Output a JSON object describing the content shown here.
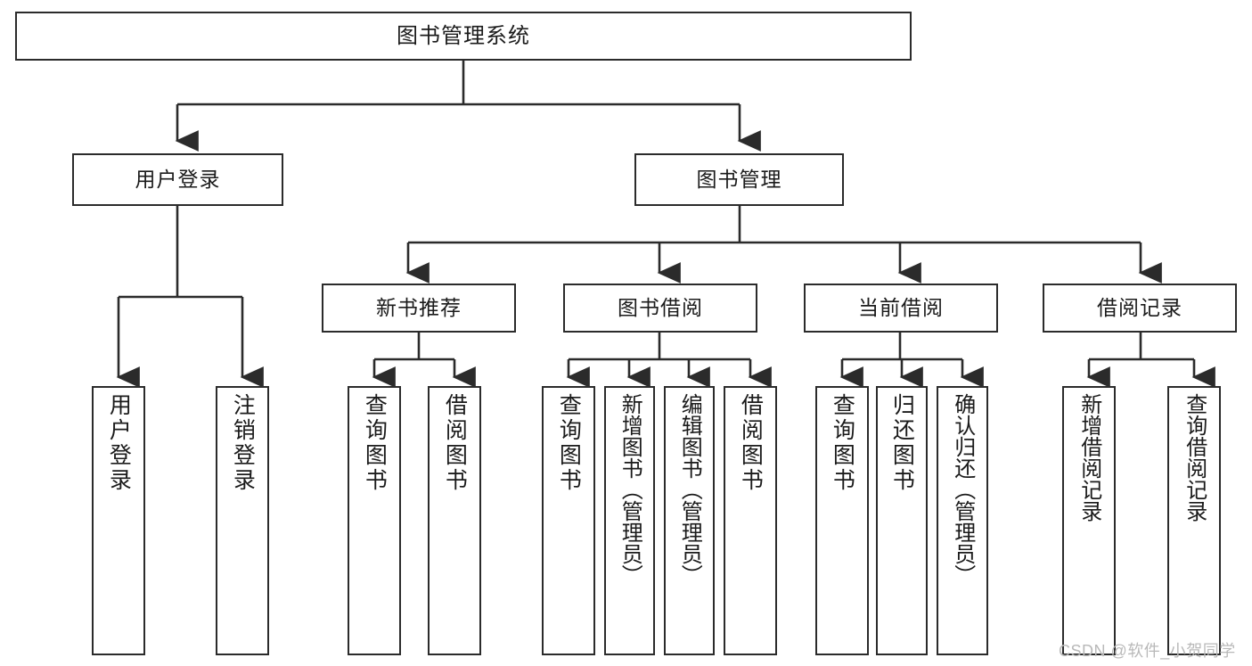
{
  "diagram": {
    "type": "hierarchy-tree",
    "title": "图书管理系统",
    "orientation": "top-down",
    "watermark": "CSDN @软件_小贺同学",
    "levels": 4,
    "nodes": {
      "root": {
        "label": "图书管理系统"
      },
      "level2": [
        {
          "id": "user-login",
          "label": "用户登录"
        },
        {
          "id": "book-management",
          "label": "图书管理"
        }
      ],
      "level3": [
        {
          "id": "new-book-recommend",
          "label": "新书推荐",
          "parent": "book-management"
        },
        {
          "id": "book-borrow",
          "label": "图书借阅",
          "parent": "book-management"
        },
        {
          "id": "current-borrow",
          "label": "当前借阅",
          "parent": "book-management"
        },
        {
          "id": "borrow-record",
          "label": "借阅记录",
          "parent": "book-management"
        }
      ],
      "leaves": {
        "user-login": [
          {
            "id": "leaf-user-login",
            "label": "用户登录"
          },
          {
            "id": "leaf-user-logout",
            "label": "注销登录"
          }
        ],
        "new-book-recommend": [
          {
            "id": "leaf-query-book-1",
            "label": "查询图书"
          },
          {
            "id": "leaf-borrow-book-1",
            "label": "借阅图书"
          }
        ],
        "book-borrow": [
          {
            "id": "leaf-query-book-2",
            "label": "查询图书"
          },
          {
            "id": "leaf-add-book",
            "label": "新增图书（管理员）"
          },
          {
            "id": "leaf-edit-book",
            "label": "编辑图书（管理员）"
          },
          {
            "id": "leaf-borrow-book-2",
            "label": "借阅图书"
          }
        ],
        "current-borrow": [
          {
            "id": "leaf-query-book-3",
            "label": "查询图书"
          },
          {
            "id": "leaf-return-book",
            "label": "归还图书"
          },
          {
            "id": "leaf-confirm-return",
            "label": "确认归还（管理员）"
          }
        ],
        "borrow-record": [
          {
            "id": "leaf-add-record",
            "label": "新增借阅记录"
          },
          {
            "id": "leaf-query-record",
            "label": "查询借阅记录"
          }
        ]
      }
    },
    "colors": {
      "box_border": "#2b2b2b",
      "box_fill": "#ffffff",
      "connector": "#2b2b2b",
      "text": "#1b1b1b",
      "watermark": "#b9b9b9",
      "background": "#ffffff"
    }
  }
}
